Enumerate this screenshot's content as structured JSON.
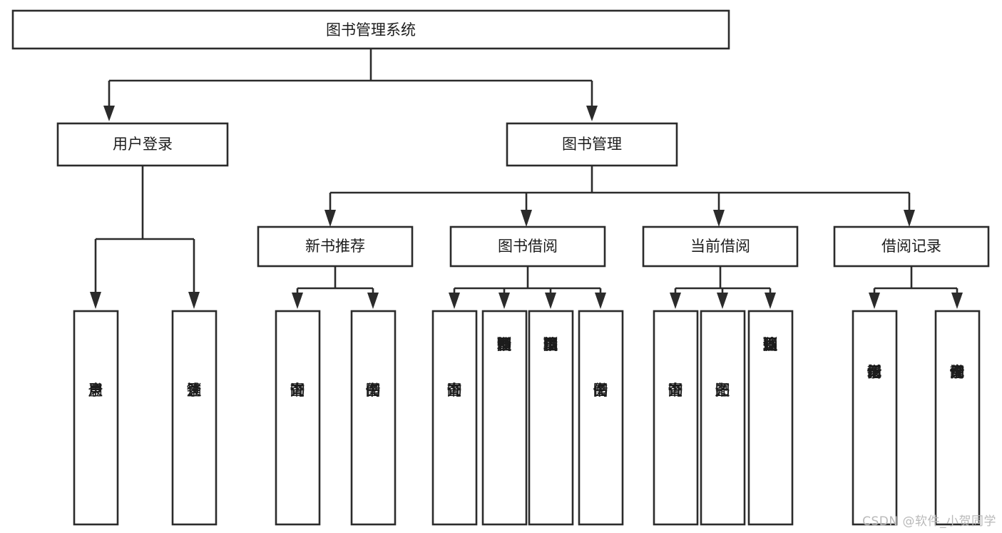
{
  "diagram": {
    "title": "图书管理系统",
    "watermark": "CSDN @软件_小贺同学",
    "colors": {
      "background": "#ffffff",
      "box_fill": "#ffffff",
      "box_stroke": "#2b2b2b",
      "text": "#1c1c1c",
      "edge": "#2b2b2b",
      "watermark": "#b9b9b9"
    },
    "levels": {
      "root": {
        "label": "图书管理系统"
      },
      "level2": [
        {
          "label": "用户登录"
        },
        {
          "label": "图书管理"
        }
      ],
      "level3": [
        {
          "label": "新书推荐"
        },
        {
          "label": "图书借阅"
        },
        {
          "label": "当前借阅"
        },
        {
          "label": "借阅记录"
        }
      ],
      "leaves_user_login": [
        {
          "label": "用户登录"
        },
        {
          "label": "注销登录"
        }
      ],
      "leaves_new_book": [
        {
          "label": "查询图书"
        },
        {
          "label": "借阅图书"
        }
      ],
      "leaves_borrow": [
        {
          "label": "查询图书"
        },
        {
          "label": "新增图书（管理员）"
        },
        {
          "label": "编辑图书（管理员）"
        },
        {
          "label": "借阅图书"
        }
      ],
      "leaves_current": [
        {
          "label": "查询图书"
        },
        {
          "label": "归还图书"
        },
        {
          "label": "确认归还（管理员）"
        }
      ],
      "leaves_records": [
        {
          "label": "新增借阅记录"
        },
        {
          "label": "查询借阅记录"
        }
      ]
    }
  }
}
